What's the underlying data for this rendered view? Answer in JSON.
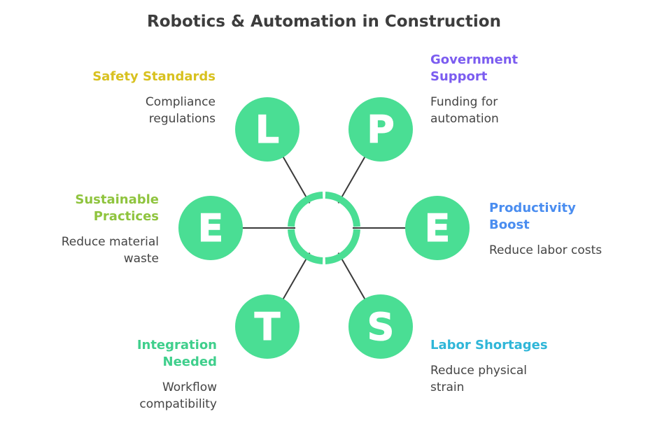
{
  "title": "Robotics & Automation in Construction",
  "colors": {
    "node_fill": "#4ade94",
    "connector": "#3a3a3a",
    "hub_ring": "#4ade94"
  },
  "factors": [
    {
      "letter": "P",
      "heading_lines": [
        "Government",
        "Support"
      ],
      "desc_lines": [
        "Funding for",
        "automation"
      ],
      "heading_color": "#7b5cf0"
    },
    {
      "letter": "E",
      "heading_lines": [
        "Productivity",
        "Boost"
      ],
      "desc_lines": [
        "Reduce labor costs"
      ],
      "heading_color": "#4a8df0"
    },
    {
      "letter": "S",
      "heading_lines": [
        "Labor Shortages"
      ],
      "desc_lines": [
        "Reduce physical",
        "strain"
      ],
      "heading_color": "#2fb6d8"
    },
    {
      "letter": "T",
      "heading_lines": [
        "Integration",
        "Needed"
      ],
      "desc_lines": [
        "Workflow",
        "compatibility"
      ],
      "heading_color": "#3fcf8c"
    },
    {
      "letter": "E",
      "heading_lines": [
        "Sustainable",
        "Practices"
      ],
      "desc_lines": [
        "Reduce material",
        "waste"
      ],
      "heading_color": "#8fc43e"
    },
    {
      "letter": "L",
      "heading_lines": [
        "Safety Standards"
      ],
      "desc_lines": [
        "Compliance",
        "regulations"
      ],
      "heading_color": "#d8c11f"
    }
  ]
}
